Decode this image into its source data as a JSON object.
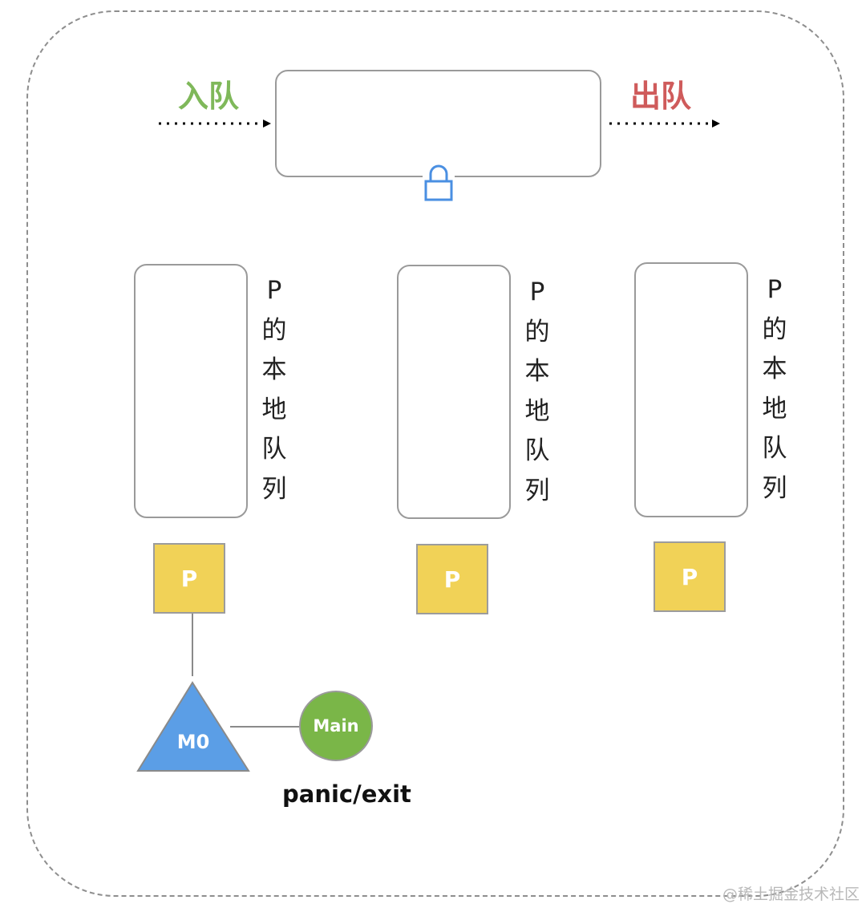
{
  "diagram": {
    "enqueue_label": "入队",
    "dequeue_label": "出队",
    "local_queues": [
      {
        "label_chars": [
          "P",
          "的",
          "本",
          "地",
          "队",
          "列"
        ],
        "processor_label": "P"
      },
      {
        "label_chars": [
          "P",
          "的",
          "本",
          "地",
          "队",
          "列"
        ],
        "processor_label": "P"
      },
      {
        "label_chars": [
          "P",
          "的",
          "本",
          "地",
          "队",
          "列"
        ],
        "processor_label": "P"
      }
    ],
    "machine_label": "M0",
    "goroutine_label": "Main",
    "event_label": "panic/exit",
    "colors": {
      "enqueue": "#7fb85a",
      "dequeue": "#cf5b5b",
      "processor": "#f1d257",
      "machine": "#5b9ee6",
      "goroutine": "#7ab648",
      "lock": "#4a8fe2"
    }
  },
  "watermark": "@稀土掘金技术社区"
}
